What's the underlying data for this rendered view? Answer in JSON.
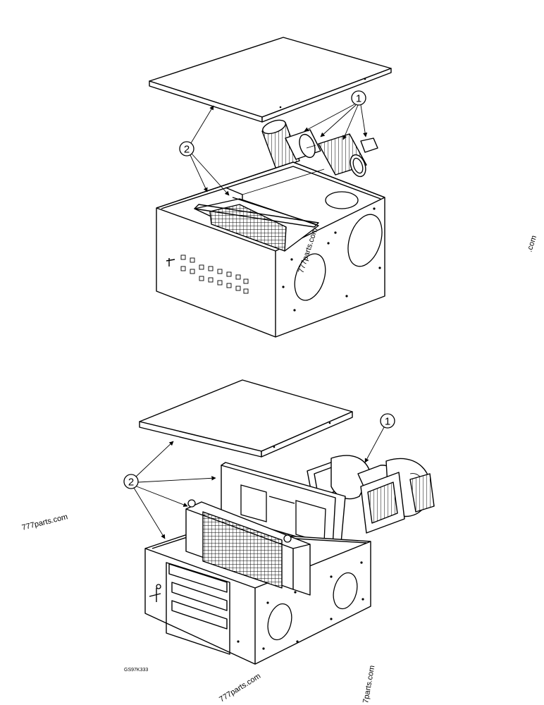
{
  "callouts": {
    "top_blower": "1",
    "top_housing": "2",
    "bottom_blower": "1",
    "bottom_housing": "2"
  },
  "reference_code": "GS97K333",
  "watermarks": {
    "center_top": "777parts.com",
    "right_edge": ".com",
    "left_mid": "777parts.com",
    "bottom_center": "777parts.com",
    "bottom_right": "7parts.com"
  }
}
